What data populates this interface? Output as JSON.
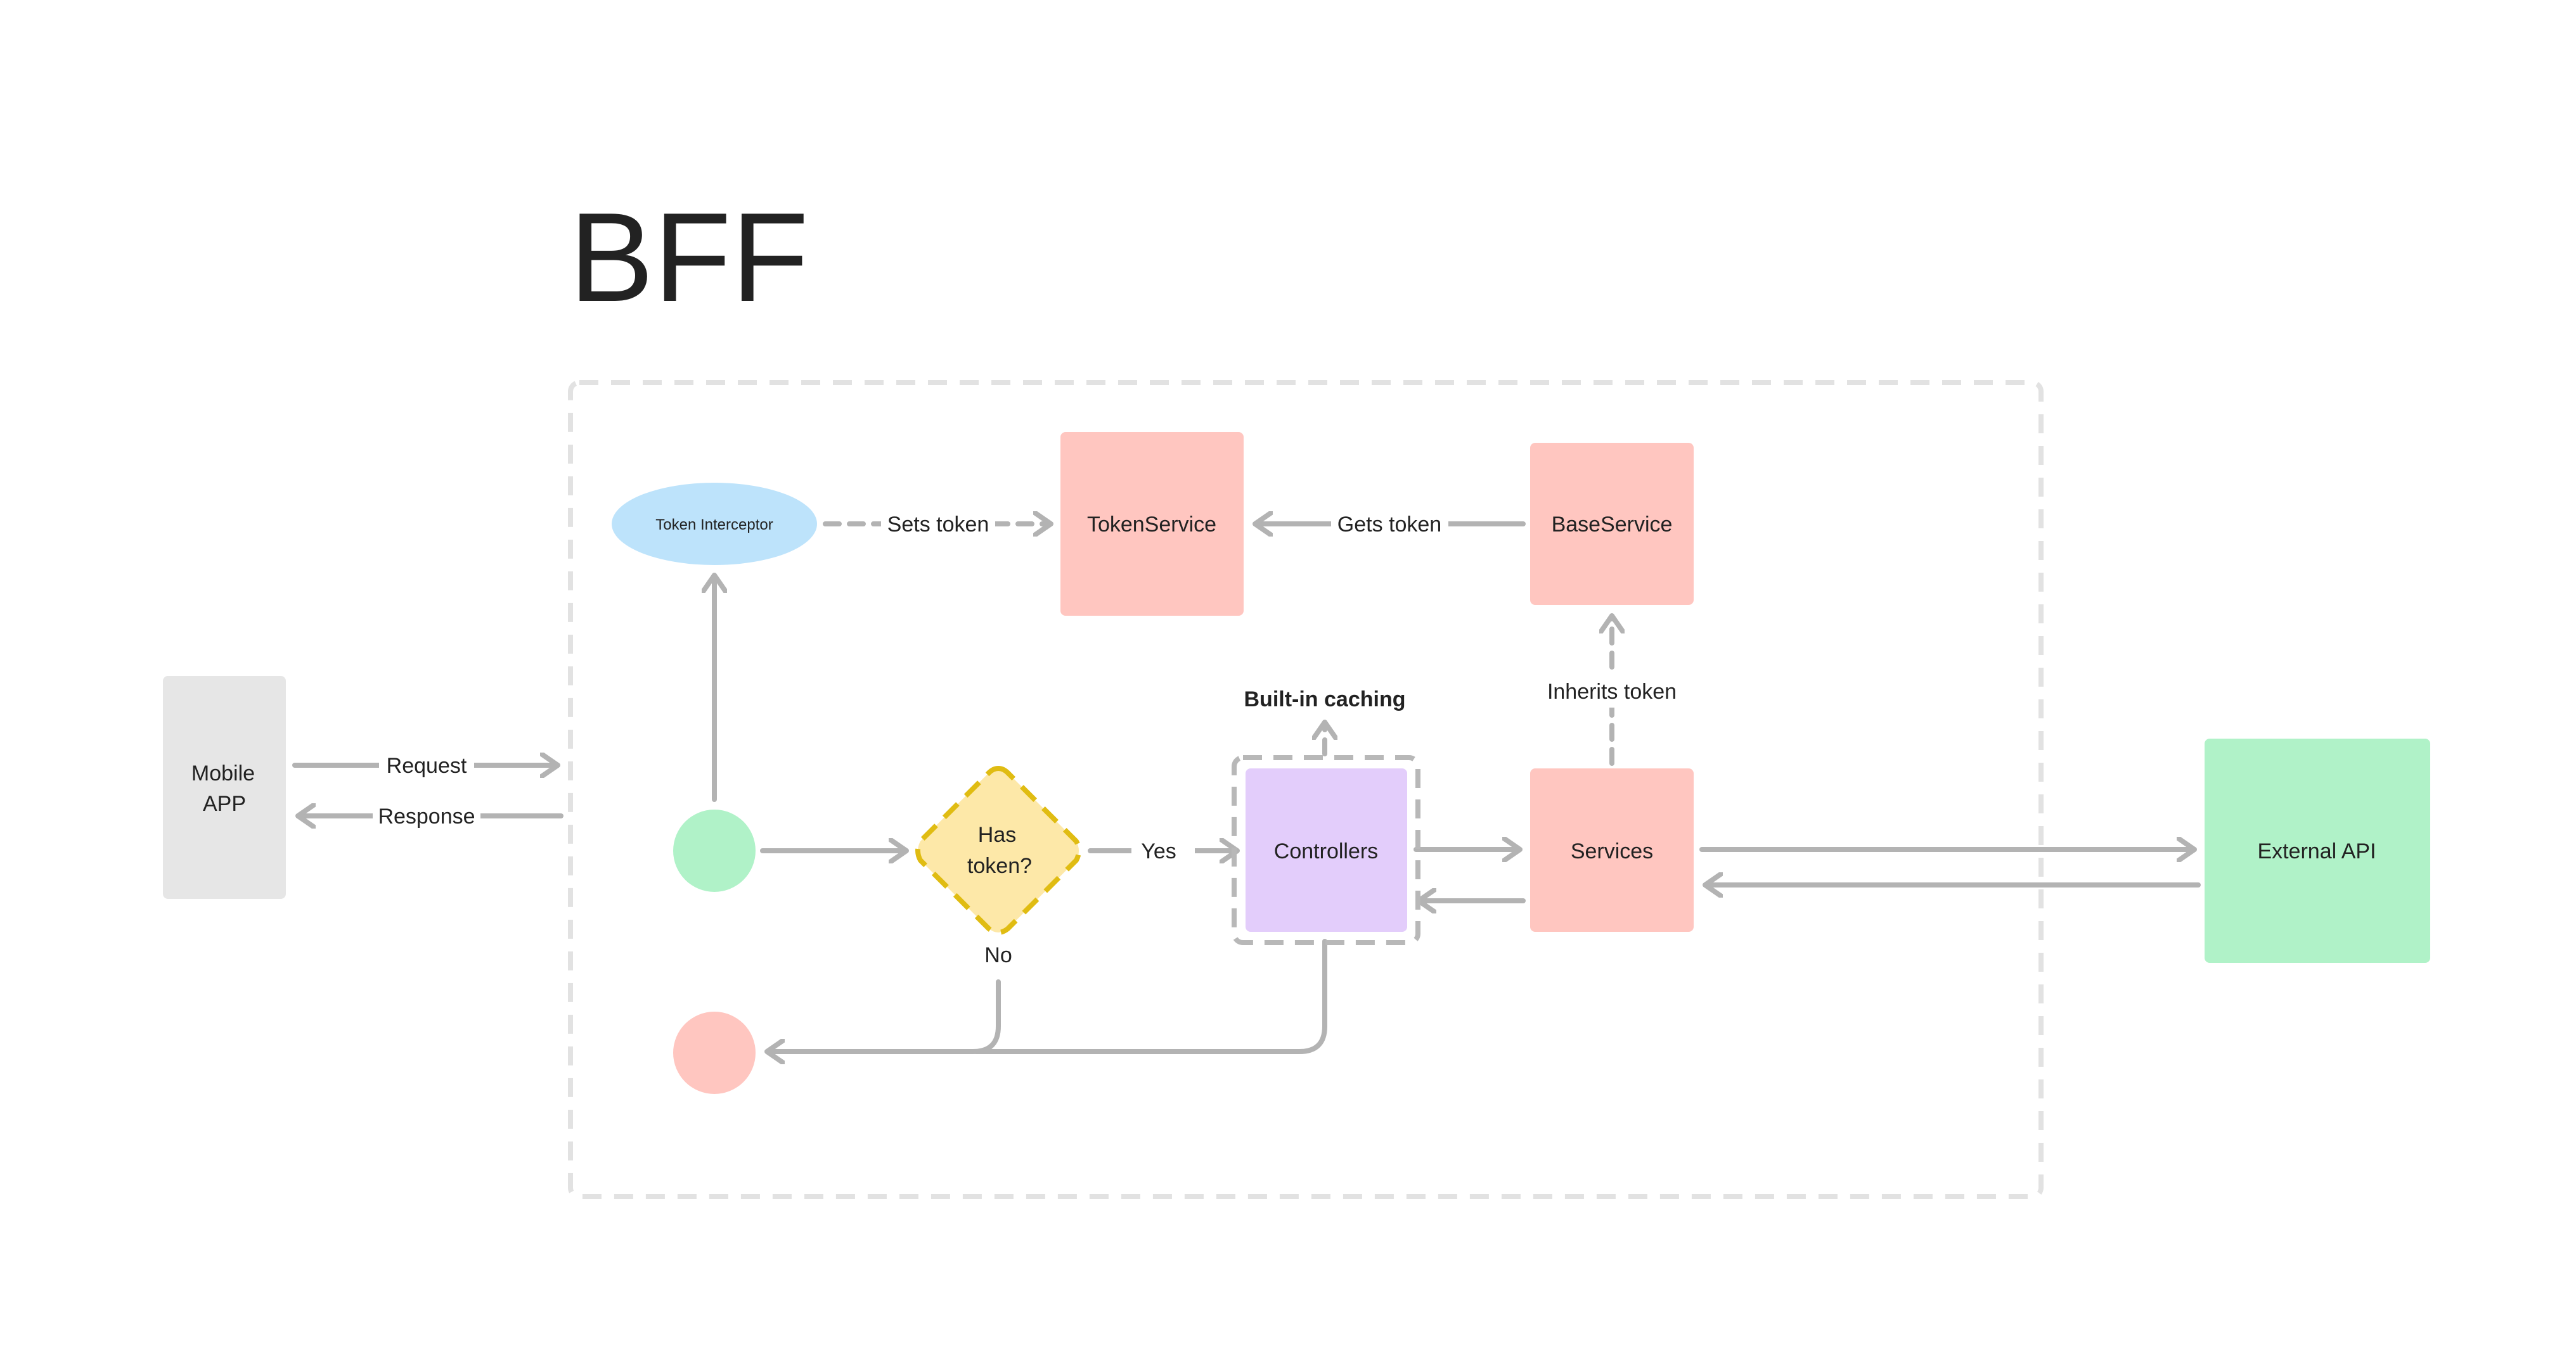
{
  "title": "BFF",
  "nodes": {
    "mobile_app": {
      "line1": "Mobile",
      "line2": "APP"
    },
    "token_interceptor": "Token Interceptor",
    "token_service": "TokenService",
    "base_service": "BaseService",
    "has_token": {
      "line1": "Has",
      "line2": "token?"
    },
    "controllers": "Controllers",
    "services": "Services",
    "external_api": "External API",
    "built_in_caching": "Built-in caching"
  },
  "edges": {
    "request": "Request",
    "response": "Response",
    "sets_token": "Sets token",
    "gets_token": "Gets token",
    "inherits_token": "Inherits token",
    "yes": "Yes",
    "no": "No"
  },
  "colors": {
    "mobile": "#e6e6e6",
    "token_interceptor": "#bde3fb",
    "service": "#ffc6c0",
    "controllers": "#e3cdfb",
    "decision": "#fde8a8",
    "decision_border": "#e0bc12",
    "start": "#b0f2c8",
    "end": "#ffc6c0",
    "external": "#b0f2c8",
    "connector": "#b3b3b3",
    "boundary": "#e2e2e2"
  }
}
